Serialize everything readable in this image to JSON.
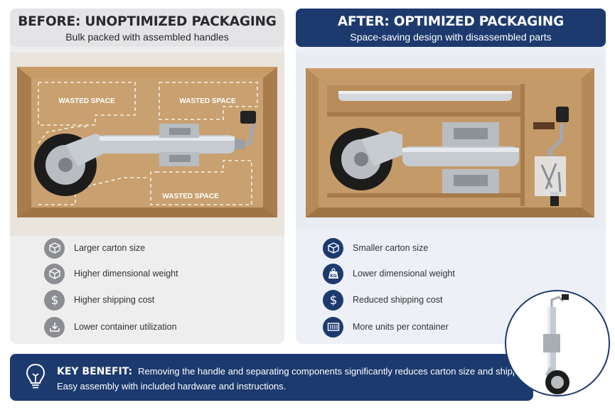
{
  "before": {
    "title": "BEFORE: UNOPTIMIZED PACKAGING",
    "subtitle": "Bulk packed with assembled handles",
    "wasted_space_label": "WASTED SPACE",
    "features": [
      {
        "icon": "box-icon",
        "label": "Larger carton size"
      },
      {
        "icon": "box-icon",
        "label": "Higher dimensional weight"
      },
      {
        "icon": "dollar-icon",
        "label": "Higher shipping cost"
      },
      {
        "icon": "download-tray-icon",
        "label": "Lower container utilization"
      }
    ]
  },
  "after": {
    "title": "AFTER: OPTIMIZED PACKAGING",
    "subtitle": "Space-saving design with disassembled parts",
    "features": [
      {
        "icon": "box-icon",
        "label": "Smaller carton size"
      },
      {
        "icon": "kg-weight-icon",
        "label": "Lower dimensional weight",
        "icon_text": "KG"
      },
      {
        "icon": "dollar-icon",
        "label": "Reduced shipping cost"
      },
      {
        "icon": "container-icon",
        "label": "More units per container"
      }
    ]
  },
  "banner": {
    "heading": "KEY BENEFIT:",
    "line1": "Removing the handle and separating components significantly reduces carton size and shipping costs.",
    "line2": "Easy assembly with included hardware and instructions."
  },
  "colors": {
    "navy": "#1c3a6e",
    "gray_icon": "#8b8d92",
    "cardboard": "#cbab83"
  }
}
